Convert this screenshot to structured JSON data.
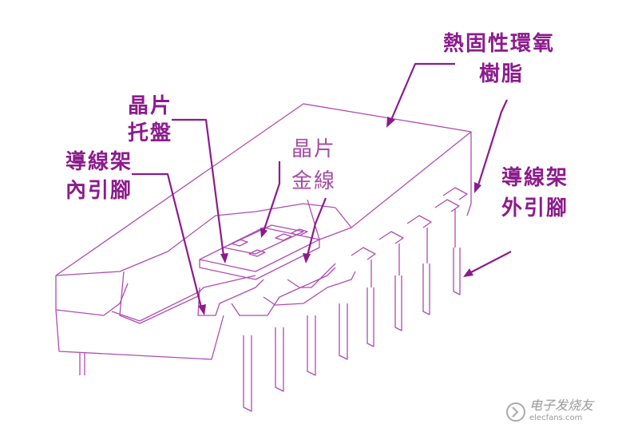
{
  "labels": {
    "resin_l1": "熱固性環氧",
    "resin_l2": "樹脂",
    "pad_l1": "晶片",
    "pad_l2": "托盤",
    "chip": "晶片",
    "gold": "金線",
    "inner_l1": "導線架",
    "inner_l2": "內引腳",
    "outer_l1": "導線架",
    "outer_l2": "外引腳"
  },
  "watermark": {
    "text": "电子发烧友",
    "domain": "elecfans.com"
  },
  "colors": {
    "line": "#b04cb0",
    "label": "#8c1b8c",
    "background": "#ffffff"
  }
}
